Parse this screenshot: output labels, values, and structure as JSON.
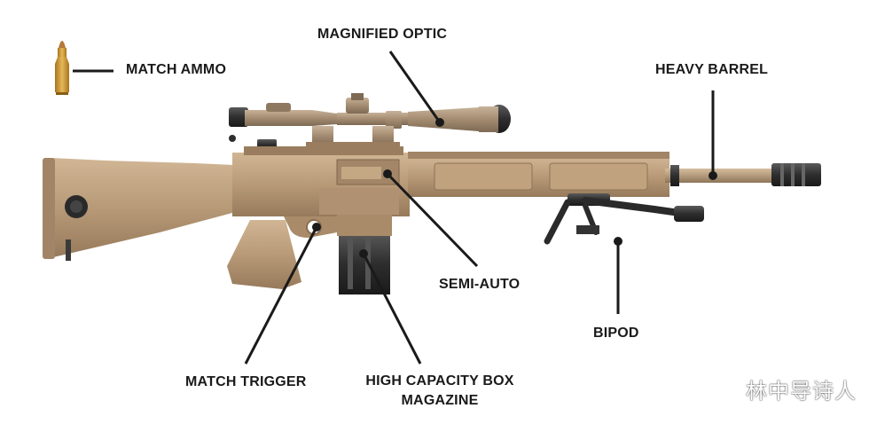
{
  "labels": {
    "match_ammo": "MATCH AMMO",
    "magnified_optic": "MAGNIFIED OPTIC",
    "heavy_barrel": "HEAVY BARREL",
    "semi_auto": "SEMI-AUTO",
    "bipod": "BIPOD",
    "match_trigger": "MATCH TRIGGER",
    "magazine_line1": "HIGH CAPACITY BOX",
    "magazine_line2": "MAGAZINE"
  },
  "watermark": "林中导诗人",
  "colors": {
    "tan": "#b89a78",
    "tan_dark": "#9a7d5e",
    "tan_light": "#cbb08f",
    "metal_dark": "#2e2e2e",
    "scope": "#a78f74",
    "brass": "#c9962e",
    "leader": "#1a1a1a",
    "text": "#1a1a1a"
  }
}
